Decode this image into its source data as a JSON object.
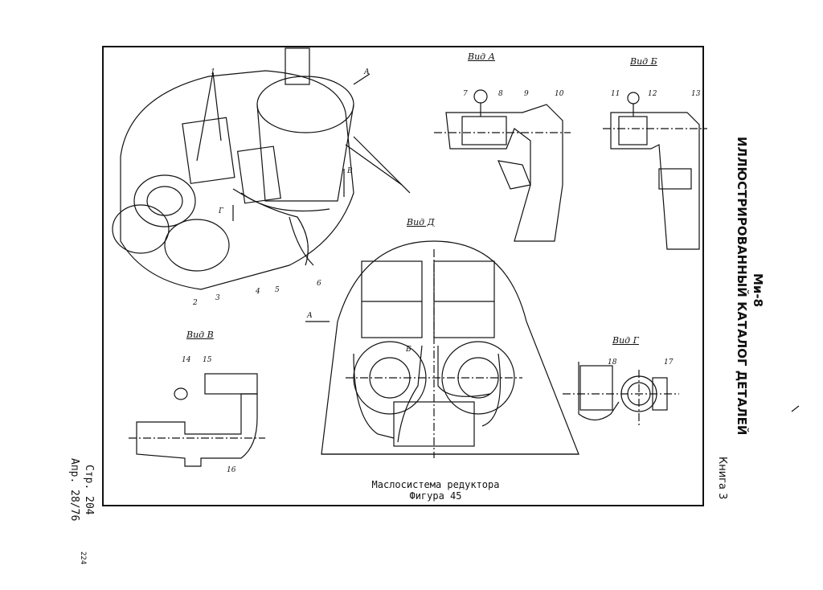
{
  "header": {
    "model": "Ми-8",
    "catalog_title": "ИЛЛЮСТРИРОВАННЫЙ КАТАЛОГ ДЕТАЛЕЙ",
    "book": "Книга 3"
  },
  "footer": {
    "page": "Стр. 204",
    "date": "Апр. 28/76",
    "sheet_number": "224"
  },
  "caption": {
    "title": "Маслосистема редуктора",
    "figure": "Фигура 45"
  },
  "views": {
    "view_a": "Вид А",
    "view_b": "Вид Б",
    "view_v": "Вид В",
    "view_g": "Вид Г",
    "view_d": "Вид Д"
  },
  "arrows": {
    "a": "А",
    "b": "Б",
    "v": "В",
    "g": "Г"
  },
  "callouts": [
    "1",
    "2",
    "3",
    "4",
    "5",
    "6",
    "7",
    "8",
    "9",
    "10",
    "11",
    "12",
    "13",
    "14",
    "15",
    "16",
    "17",
    "18"
  ]
}
